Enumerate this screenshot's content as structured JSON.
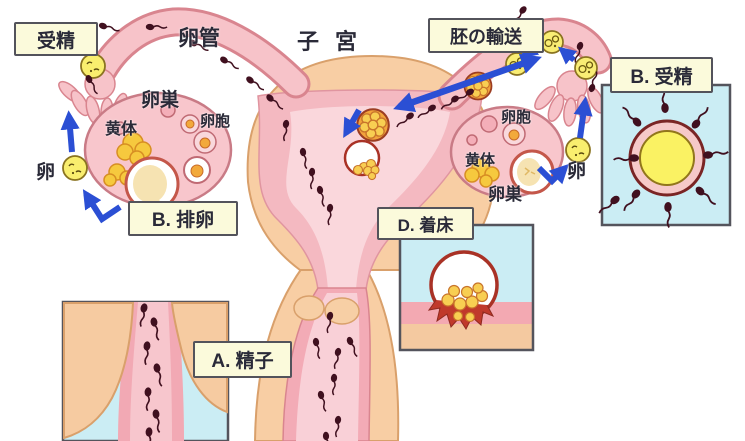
{
  "diagram": {
    "boxes": {
      "fertilization_top": "受精",
      "embryo_transport": "胚の輸送",
      "fertilization_b": "B. 受精",
      "ovulation_b": "B. 排卵",
      "implantation_d": "D. 着床",
      "sperm_a": "A. 精子"
    },
    "labels": {
      "oviduct": "卵管",
      "uterus": "子宮",
      "ovary_left": "卵巣",
      "corpus_luteum_left": "黄体",
      "follicle_left": "卵胞",
      "egg_left": "卵",
      "follicle_right": "卵胞",
      "corpus_luteum_right": "黄体",
      "ovary_right": "卵巣",
      "egg_right": "卵"
    },
    "colors": {
      "background": "#FFFFFF",
      "uterus_peach": "#F8CEA4",
      "tissue_pink": "#F4B9C1",
      "tube_pink": "#F7C3C9",
      "inset_cyan": "#CBEDF4",
      "label_box_cream": "#FBFADB",
      "arrow_blue": "#2B4FD4",
      "egg_yellow": "#F9EE6E",
      "morula_orange": "#F2A33C",
      "corpus_luteum_yellow": "#F6C93E",
      "sperm_dark": "#40101F"
    }
  }
}
